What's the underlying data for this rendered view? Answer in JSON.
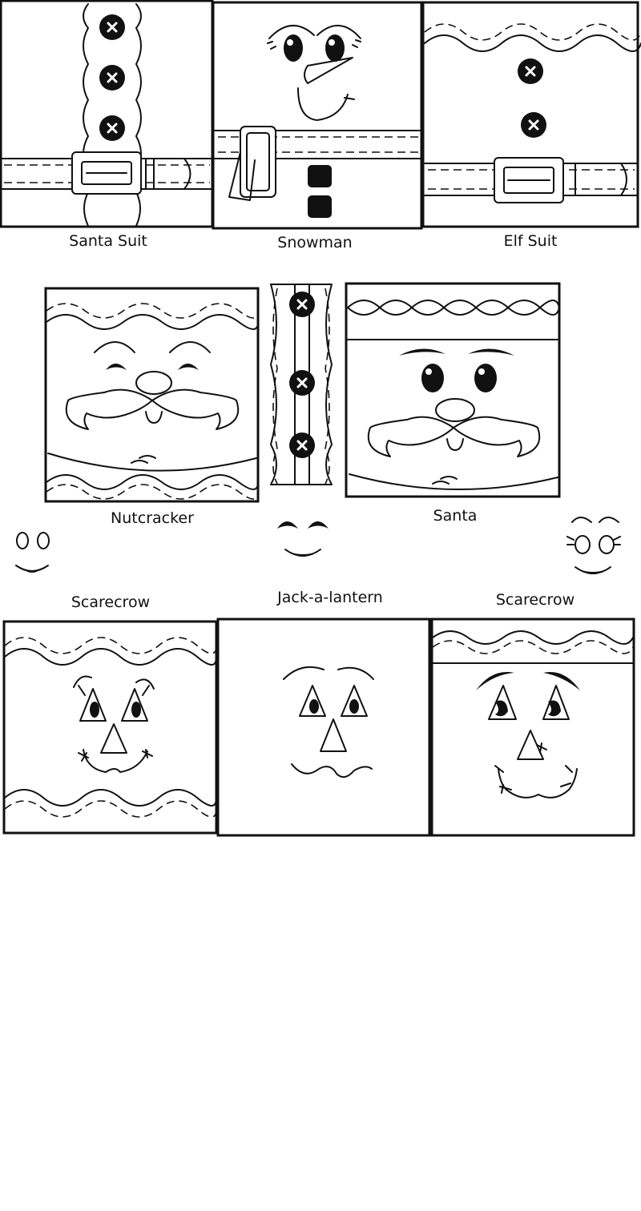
{
  "labels": {
    "santa_suit": "Santa Suit",
    "snowman": "Snowman",
    "elf_suit": "Elf Suit",
    "nutcracker": "Nutcracker",
    "santa": "Santa",
    "scarecrow_left": "Scarecrow",
    "jack_a_lantern": "Jack-a-lantern",
    "scarecrow_right": "Scarecrow"
  },
  "colors": {
    "line": "#111111",
    "background": "#ffffff"
  },
  "icons": [
    "button-icon",
    "belt-buckle-icon",
    "carrot-nose-icon",
    "mustache-icon",
    "triangle-eye-icon"
  ]
}
